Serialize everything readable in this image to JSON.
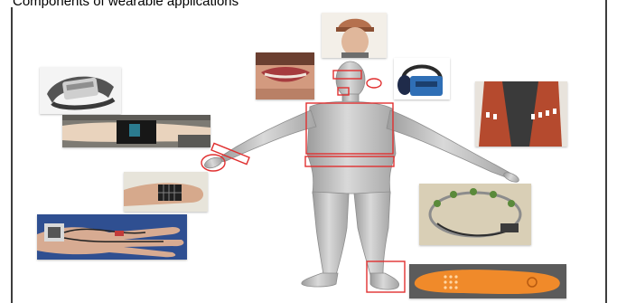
{
  "caption": {
    "text": "Components of wearable applications"
  },
  "colors": {
    "highlight": "#e03030",
    "figure": "#c9c9c9",
    "frame": "#3d3d3d",
    "background": "#ffffff"
  },
  "body_figure": {
    "description": "human-body-3d-model"
  },
  "sensor_regions": [
    {
      "name": "head",
      "kind": "rect"
    },
    {
      "name": "ear",
      "kind": "ellipse"
    },
    {
      "name": "mouth",
      "kind": "rect"
    },
    {
      "name": "chest",
      "kind": "rect"
    },
    {
      "name": "waist",
      "kind": "rect"
    },
    {
      "name": "wrist",
      "kind": "rect"
    },
    {
      "name": "hand",
      "kind": "ellipse"
    },
    {
      "name": "foot",
      "kind": "rect"
    }
  ],
  "photos": [
    {
      "name": "wrist-band",
      "icon": "wristband-icon"
    },
    {
      "name": "wrist-device",
      "icon": "wrist-device-icon"
    },
    {
      "name": "finger-sensor",
      "icon": "finger-sensor-icon"
    },
    {
      "name": "glove",
      "icon": "glove-icon"
    },
    {
      "name": "mouth",
      "icon": "mouth-icon"
    },
    {
      "name": "head",
      "icon": "head-icon"
    },
    {
      "name": "headphones",
      "icon": "headphones-icon"
    },
    {
      "name": "vest",
      "icon": "vest-icon"
    },
    {
      "name": "belt",
      "icon": "belt-icon"
    },
    {
      "name": "insole",
      "icon": "insole-icon"
    }
  ]
}
